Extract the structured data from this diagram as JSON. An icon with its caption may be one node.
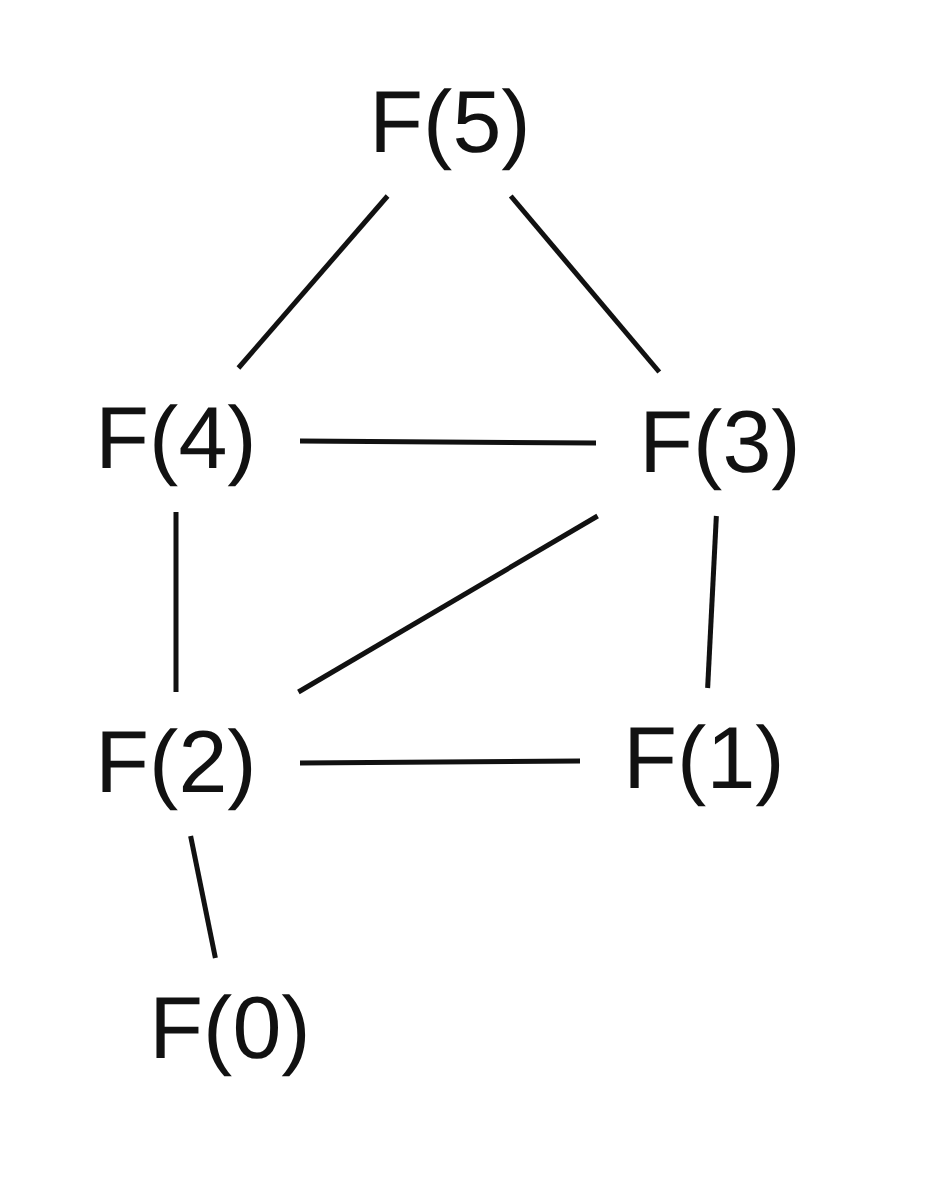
{
  "diagram": {
    "nodes": [
      {
        "text": [
          "F(5)"
        ]
      },
      {
        "text": [
          "F(4)"
        ]
      },
      {
        "text": [
          "F(3)"
        ]
      },
      {
        "text": [
          "F(2)"
        ]
      },
      {
        "text": [
          "F(1)"
        ]
      },
      {
        "text": [
          "F(0)"
        ]
      }
    ],
    "edges": [
      {
        "from": 0,
        "to": 1,
        "arrow": "none"
      },
      {
        "from": 0,
        "to": 2,
        "arrow": "none"
      },
      {
        "from": 1,
        "to": 2,
        "arrow": "none"
      },
      {
        "from": 1,
        "to": 3,
        "arrow": "none"
      },
      {
        "from": 2,
        "to": 3,
        "arrow": "none"
      },
      {
        "from": 2,
        "to": 4,
        "arrow": "none"
      },
      {
        "from": 3,
        "to": 4,
        "arrow": "none"
      },
      {
        "from": 3,
        "to": 5,
        "arrow": "none"
      }
    ]
  }
}
